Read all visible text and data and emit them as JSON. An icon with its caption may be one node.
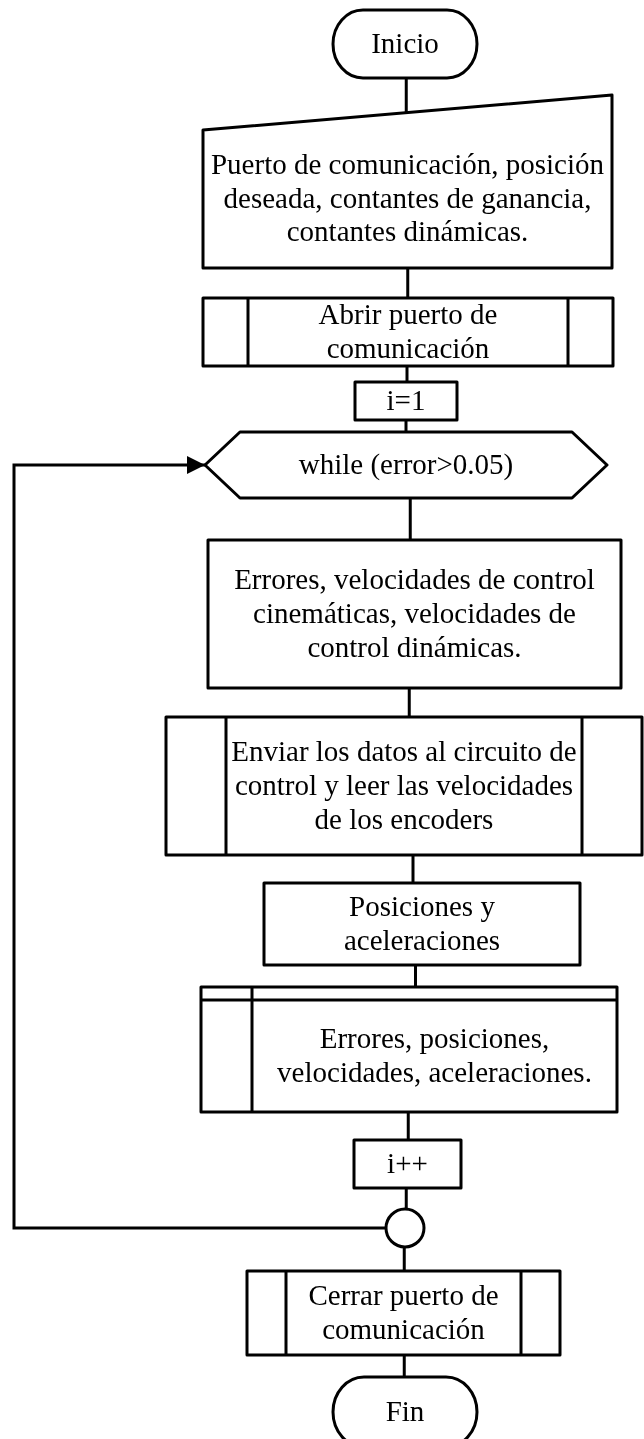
{
  "diagram": {
    "nodes": [
      {
        "text": [
          "Inicio"
        ]
      },
      {
        "text": [
          "Puerto de comunicación, posición deseada, contantes de ganancia, contantes dinámicas."
        ]
      },
      {
        "text": [
          "Abrir puerto de comunicación"
        ]
      },
      {
        "text": [
          "i=1"
        ]
      },
      {
        "text": [
          "while (error>0.05)"
        ]
      },
      {
        "text": [
          "Errores, velocidades de control cinemáticas, velocidades de control dinámicas."
        ]
      },
      {
        "text": [
          "Enviar los datos al circuito de control y leer las velocidades de los encoders"
        ]
      },
      {
        "text": [
          "Posiciones y aceleraciones"
        ]
      },
      {
        "text": [
          "Errores, posiciones, velocidades, aceleraciones."
        ]
      },
      {
        "text": [
          "i++"
        ]
      },
      {
        "text": [],
        "shape": "circle"
      },
      {
        "text": [
          "Cerrar puerto de comunicación"
        ]
      },
      {
        "text": [
          "Fin"
        ]
      }
    ],
    "edges": [
      {
        "from": 0,
        "to": 1,
        "arrow": "none"
      },
      {
        "from": 1,
        "to": 2,
        "arrow": "none"
      },
      {
        "from": 2,
        "to": 3,
        "arrow": "none"
      },
      {
        "from": 3,
        "to": 4,
        "arrow": "none"
      },
      {
        "from": 4,
        "to": 5,
        "arrow": "none"
      },
      {
        "from": 5,
        "to": 6,
        "arrow": "none"
      },
      {
        "from": 6,
        "to": 7,
        "arrow": "none"
      },
      {
        "from": 7,
        "to": 8,
        "arrow": "none"
      },
      {
        "from": 8,
        "to": 9,
        "arrow": "none"
      },
      {
        "from": 9,
        "to": 10,
        "arrow": "none"
      },
      {
        "from": 10,
        "to": 4,
        "arrow": "to"
      },
      {
        "from": 10,
        "to": 11,
        "arrow": "none"
      },
      {
        "from": 11,
        "to": 12,
        "arrow": "none"
      }
    ]
  }
}
